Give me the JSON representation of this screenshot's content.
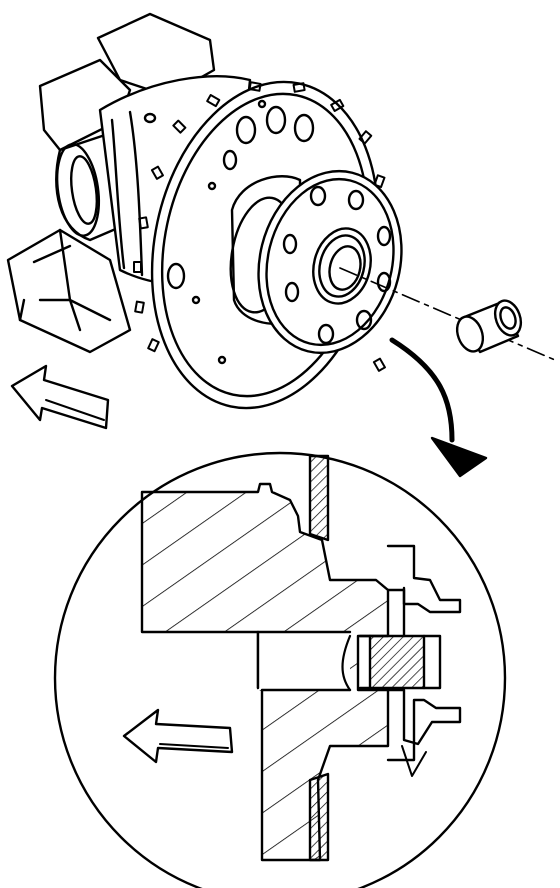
{
  "diagram": {
    "ink_color": "#000000",
    "paper_color": "#ffffff",
    "parts": [
      "crankshaft-flange",
      "crankshaft-counterweight",
      "reluctor-ring",
      "flex-plate-hub",
      "pilot-bushing",
      "cross-section-detail"
    ],
    "arrows": [
      "install-direction-arrow",
      "detail-callout-arrow",
      "section-direction-arrow"
    ],
    "text_labels": []
  }
}
